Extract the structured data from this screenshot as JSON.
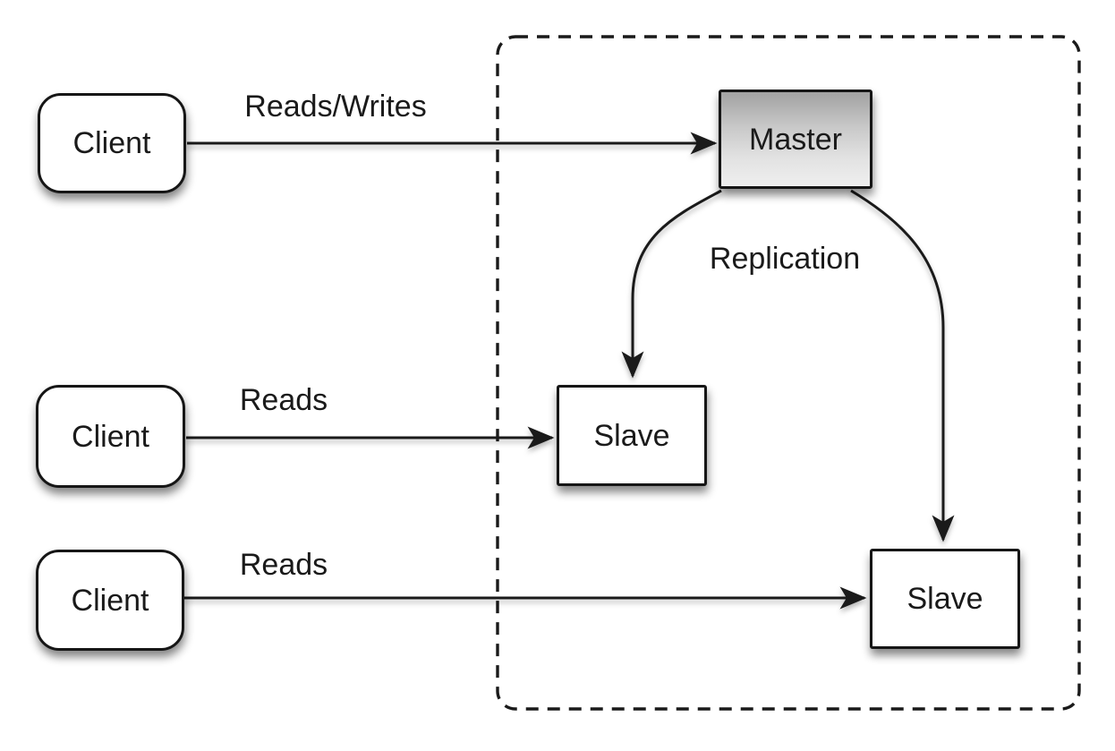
{
  "diagram": {
    "nodes": {
      "client_top": {
        "label": "Client"
      },
      "client_middle": {
        "label": "Client"
      },
      "client_bottom": {
        "label": "Client"
      },
      "master": {
        "label": "Master"
      },
      "slave_left": {
        "label": "Slave"
      },
      "slave_right": {
        "label": "Slave"
      }
    },
    "edge_labels": {
      "reads_writes": "Reads/Writes",
      "reads_middle": "Reads",
      "reads_bottom": "Reads",
      "replication": "Replication"
    },
    "colors": {
      "stroke": "#1a1a1a",
      "text": "#1a1a1a",
      "node_fill": "#ffffff",
      "master_fill_top": "#a2a2a2",
      "master_fill_bottom": "#efefef",
      "background": "#ffffff"
    }
  }
}
